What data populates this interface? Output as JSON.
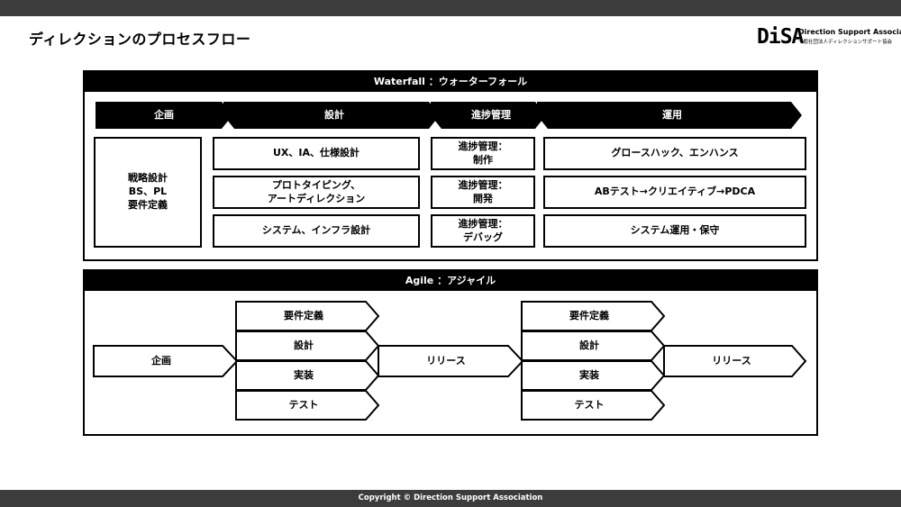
{
  "slide": {
    "title": "ディレクションのプロセスフロー",
    "logo_mark": "DiSA",
    "logo_name": "Direction Support Association",
    "logo_sub": "一般社団法人ディレクションサポート協会",
    "footer": "Copyright © Direction Support Association"
  },
  "waterfall": {
    "title_en": "Waterfall",
    "title_ja": "：ウォーターフォール",
    "phases": [
      "企画",
      "設計",
      "進捗管理",
      "運用"
    ],
    "plan_box": "戦略設計\nBS、PL\n要件定義",
    "design_boxes": [
      "UX、IA、仕様設計",
      "プロトタイピング、\nアートディレクション",
      "システム、インフラ設計"
    ],
    "progress_boxes": [
      "進捗管理：\n制作",
      "進捗管理：\n開発",
      "進捗管理：\nデバッグ"
    ],
    "ops_boxes": [
      "グロースハック、エンハンス",
      "ABテスト→クリエイティブ→PDCA",
      "システム運用・保守"
    ]
  },
  "agile": {
    "title_en": "Agile",
    "title_ja": "：アジャイル",
    "plan": "企画",
    "steps": [
      "要件定義",
      "設計",
      "実装",
      "テスト"
    ],
    "release": "リリース"
  }
}
